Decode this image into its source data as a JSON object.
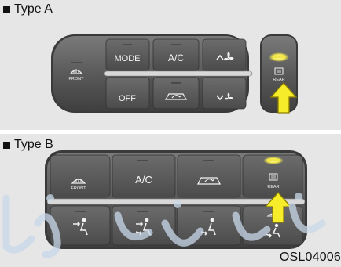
{
  "panelA": {
    "title": "Type A",
    "front_label": "FRONT",
    "mode_label": "MODE",
    "ac_label": "A/C",
    "off_label": "OFF",
    "rear_label": "REAR"
  },
  "panelB": {
    "title": "Type B",
    "front_label": "FRONT",
    "ac_label": "A/C",
    "rear_label": "REAR"
  },
  "figure_code": "OSL04006",
  "colors": {
    "panel_background": "#e6e6e6",
    "control_body": "#5d5d5d",
    "indicator_glow": "#f2e74a",
    "arrow_fill": "#f7ec2a",
    "arrow_stroke": "#8a7d00",
    "watermark": "#c9d8ea"
  }
}
